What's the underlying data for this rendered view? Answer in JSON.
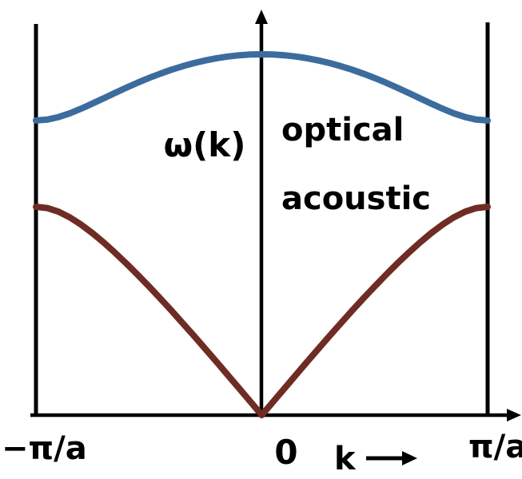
{
  "figure": {
    "background": "#ffffff",
    "axis_color": "#000000"
  },
  "chart_data": {
    "type": "line",
    "xlabel": "k",
    "ylabel": "ω(k)",
    "x_units": "π/a",
    "xlim": [
      -1,
      1
    ],
    "ylim": [
      0,
      1
    ],
    "grid": false,
    "legend_position": "inline-text-labels",
    "axis_color": "#000000",
    "x_tick_positions": [
      -1,
      0,
      1
    ],
    "x_tick_labels": [
      "−π/a",
      "0",
      "π/a"
    ],
    "x": [
      -1,
      -0.95,
      -0.9,
      -0.85,
      -0.8,
      -0.75,
      -0.7,
      -0.65,
      -0.6,
      -0.55,
      -0.5,
      -0.45,
      -0.4,
      -0.35,
      -0.3,
      -0.25,
      -0.2,
      -0.15,
      -0.1,
      -0.05,
      0,
      0.05,
      0.1,
      0.15,
      0.2,
      0.25,
      0.3,
      0.35,
      0.4,
      0.45,
      0.5,
      0.55,
      0.6,
      0.65,
      0.7,
      0.75,
      0.8,
      0.85,
      0.9,
      0.95,
      1
    ],
    "series": [
      {
        "name": "optical",
        "label": "optical",
        "color": "#3c6c9e",
        "values": [
          0.8165,
          0.819,
          0.826,
          0.8365,
          0.8493,
          0.8635,
          0.8782,
          0.893,
          0.9074,
          0.9212,
          0.9342,
          0.9462,
          0.9572,
          0.967,
          0.9757,
          0.983,
          0.9891,
          0.9939,
          0.9973,
          0.9993,
          1.0,
          0.9993,
          0.9973,
          0.9939,
          0.9891,
          0.983,
          0.9757,
          0.967,
          0.9572,
          0.9462,
          0.9342,
          0.9212,
          0.9074,
          0.893,
          0.8782,
          0.8635,
          0.8493,
          0.8365,
          0.826,
          0.819,
          0.8165
        ]
      },
      {
        "name": "acoustic",
        "label": "acoustic",
        "color": "#6e2c24",
        "values": [
          0.5774,
          0.5738,
          0.5637,
          0.548,
          0.5279,
          0.5044,
          0.4783,
          0.4501,
          0.4203,
          0.3891,
          0.3568,
          0.3236,
          0.2895,
          0.2547,
          0.2194,
          0.1835,
          0.1473,
          0.1107,
          0.074,
          0.037,
          0.0,
          0.037,
          0.074,
          0.1107,
          0.1473,
          0.1835,
          0.2194,
          0.2547,
          0.2895,
          0.3236,
          0.3568,
          0.3891,
          0.4203,
          0.4501,
          0.4783,
          0.5044,
          0.5279,
          0.548,
          0.5637,
          0.5738,
          0.5774
        ]
      }
    ]
  }
}
